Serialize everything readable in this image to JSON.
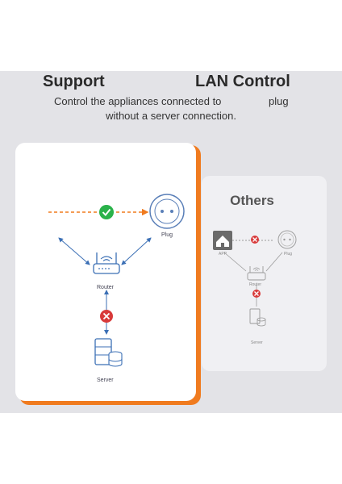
{
  "header": {
    "title_left": "Support",
    "title_right": "LAN Control",
    "line1_left": "Control the appliances connected to",
    "line1_right": "plug",
    "line2": "without a server connection."
  },
  "main": {
    "plug_label": "Plug",
    "router_label": "Router",
    "server_label": "Server"
  },
  "others": {
    "heading": "Others",
    "app_label": "APP",
    "plug_label": "Plug",
    "router_label": "Router",
    "server_label": "Server"
  },
  "colors": {
    "accent": "#f07b1f",
    "icon_blue": "#3b6fb5",
    "check_green": "#2ab24a",
    "cross_red": "#d83a3a",
    "panel_bg": "#e3e3e7"
  }
}
